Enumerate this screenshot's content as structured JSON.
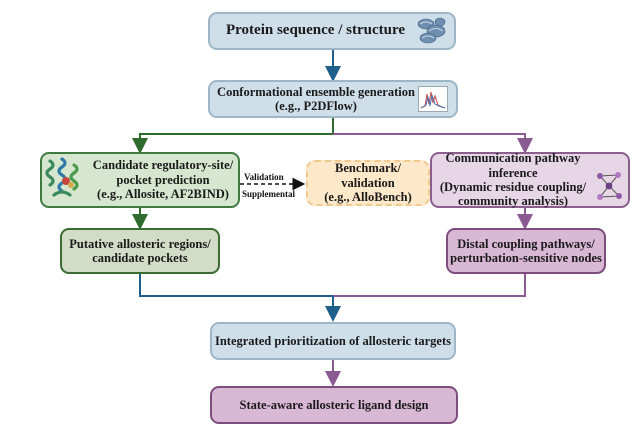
{
  "nodes": {
    "protein": {
      "label": "Protein sequence / structure"
    },
    "ensemble": {
      "line1": "Conformational ensemble generation",
      "line2": "(e.g., P2DFlow)"
    },
    "candidate": {
      "line1": "Candidate regulatory-site/",
      "line2": "pocket prediction",
      "line3": "(e.g., Allosite, AF2BIND)"
    },
    "benchmark": {
      "line1": "Benchmark/ validation",
      "line2": "(e.g., AlloBench)"
    },
    "communication": {
      "line1": "Communication pathway inference",
      "line2": "(Dynamic residue coupling/",
      "line3": "community analysis)"
    },
    "putative": {
      "line1": "Putative allosteric regions/",
      "line2": "candidate pockets"
    },
    "distal": {
      "line1": "Distal coupling pathways/",
      "line2": "perturbation-sensitive nodes"
    },
    "integrated": {
      "label": "Integrated prioritization of allosteric targets"
    },
    "ligand": {
      "label": "State-aware allosteric ligand design"
    }
  },
  "edge_labels": {
    "validation": "Validation",
    "supplemental": "Supplemental"
  },
  "colors": {
    "blue_edge": "#1f5f8b",
    "green_edge": "#2e6b2e",
    "purple_edge": "#8a5a92",
    "blue_fill": "#cfdfea",
    "green_fill": "#d7e6cf",
    "purple_fill": "#e6d6e6",
    "magenta_fill": "#d9b8d6",
    "peach_fill": "#fde8c9"
  },
  "icons": [
    "protein-structure-icon",
    "ensemble-chart-icon",
    "protein-ribbon-icon",
    "network-graph-icon"
  ]
}
